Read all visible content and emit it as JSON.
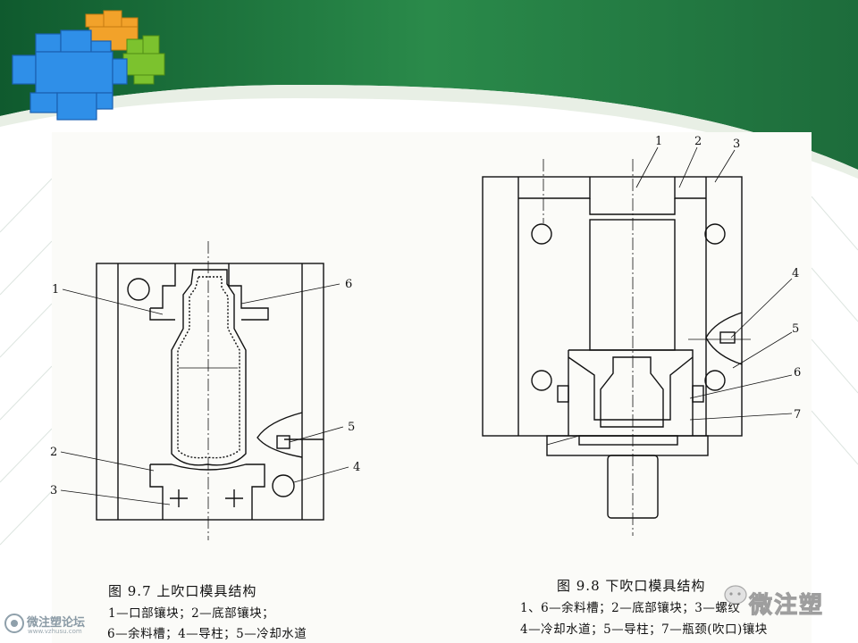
{
  "fig7": {
    "caption": "图 9.7    上吹口模具结构",
    "legend1": "1—口部镶块；2—底部镶块；",
    "legend2": "6—余料槽；4—导柱；5—冷却水道",
    "labels": {
      "l1": "1",
      "l6": "6",
      "l5": "5",
      "l2": "2",
      "l4": "4",
      "l3": "3"
    }
  },
  "fig8": {
    "caption": "图 9.8    下吹口模具结构",
    "legend1": "1、6—余料槽；2—底部镶块；3—螺纹",
    "legend2": "4—冷却水道；5—导柱；7—瓶颈(吹口)镶块",
    "labels": {
      "l1": "1",
      "l2": "2",
      "l3": "3",
      "l4": "4",
      "l5": "5",
      "l6": "6",
      "l7": "7"
    }
  },
  "watermarks": {
    "forum_name": "微注塑论坛",
    "forum_url": "www.vzhusu.com",
    "brand": "微注塑"
  },
  "colors": {
    "green_dark": "#1e6e3c",
    "green_mid": "#2f8a4e",
    "cube_blue": "#2f8fe8",
    "cube_orange": "#f2a22a",
    "cube_green": "#7cc22e"
  }
}
